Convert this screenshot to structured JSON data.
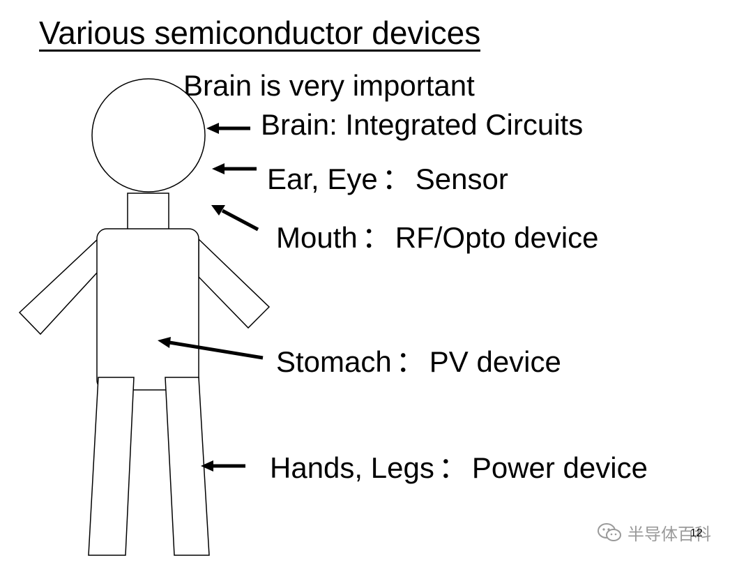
{
  "title": "Various semiconductor devices",
  "subtitle": "Brain is very important",
  "labels": {
    "brain": {
      "part": "Brain",
      "sep": ": ",
      "device": "Integrated Circuits"
    },
    "ear_eye": {
      "part": "Ear, Eye",
      "sep": "：",
      "device": "Sensor"
    },
    "mouth": {
      "part": "Mouth",
      "sep": "：",
      "device": "RF/Opto device"
    },
    "stomach": {
      "part": "Stomach",
      "sep": "：",
      "device": "PV device"
    },
    "hands": {
      "part": "Hands, Legs",
      "sep": "：",
      "device": "Power device"
    }
  },
  "watermark": {
    "text": "半导体百科",
    "icon": "wechat-icon",
    "page": "12"
  }
}
